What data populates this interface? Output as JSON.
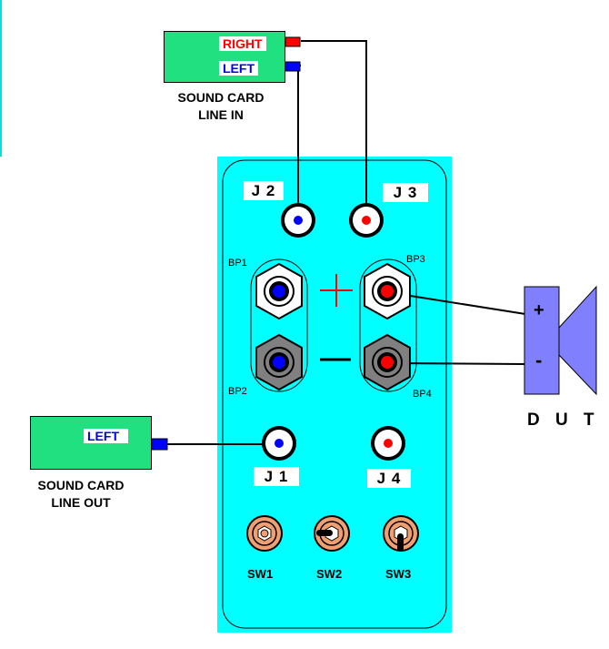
{
  "sound_card_in": {
    "right_label": "RIGHT",
    "left_label": "LEFT",
    "caption_line1": "SOUND CARD",
    "caption_line2": "LINE IN"
  },
  "sound_card_out": {
    "left_label": "LEFT",
    "caption_line1": "SOUND CARD",
    "caption_line2": "LINE OUT"
  },
  "jacks": {
    "j1": "J 1",
    "j2": "J 2",
    "j3": "J 3",
    "j4": "J 4"
  },
  "binding_posts": {
    "bp1": "BP1",
    "bp2": "BP2",
    "bp3": "BP3",
    "bp4": "BP4"
  },
  "switches": {
    "sw1": "SW1",
    "sw2": "SW2",
    "sw3": "SW3"
  },
  "dut": {
    "label": "D U T",
    "plus": "+",
    "minus": "-"
  },
  "colors": {
    "panel": "#00ffff",
    "sound_card_box": "#20e080",
    "right_channel": "#ff0000",
    "left_channel": "#0000ff",
    "dut_body": "#8080ff",
    "binding_post_light": "#ffffff",
    "binding_post_dark": "#808080",
    "switch_body": "#f0a070"
  }
}
